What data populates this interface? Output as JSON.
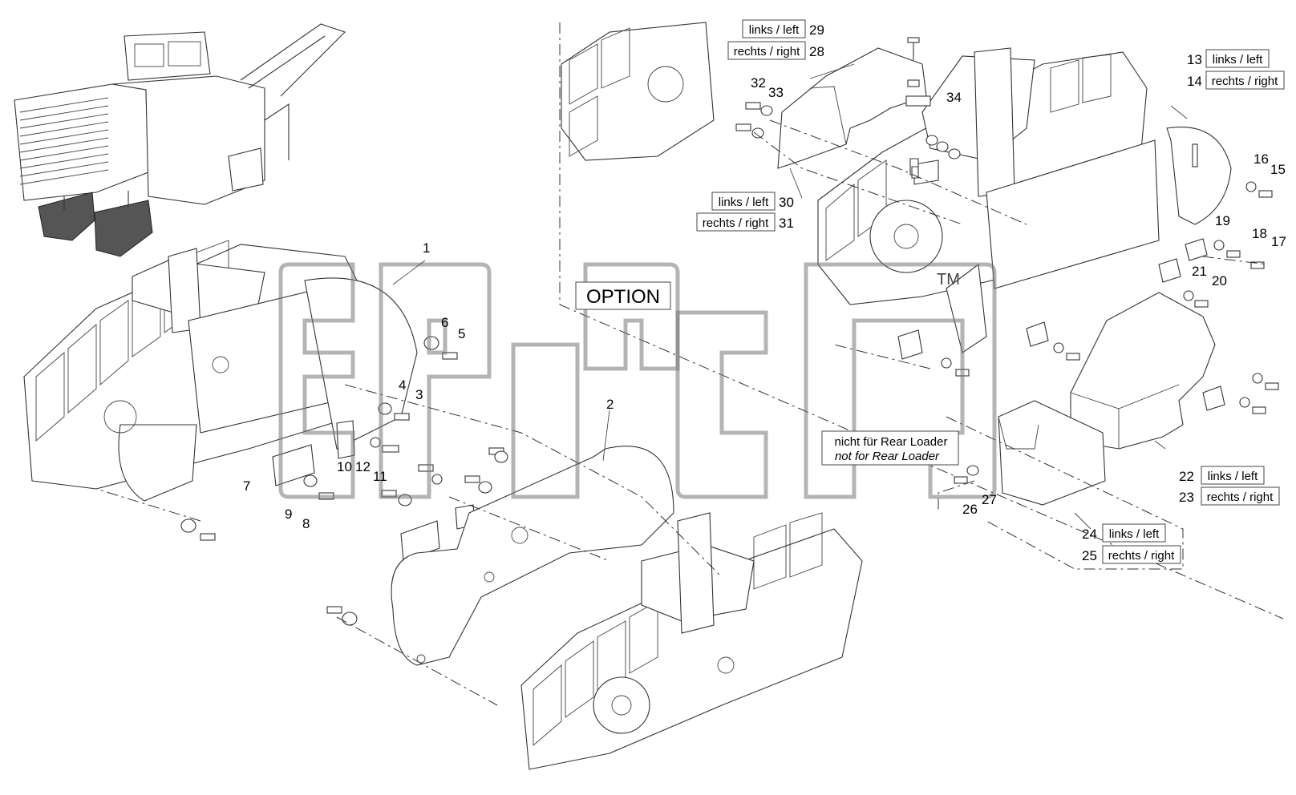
{
  "diagram": {
    "option_label": "OPTION",
    "watermark": "epic",
    "trademark": "TM",
    "note": {
      "line1": "nicht für Rear Loader",
      "line2": "not for Rear Loader"
    },
    "side_labels": [
      {
        "text": "links / left",
        "numbers": "29"
      },
      {
        "text": "rechts / right",
        "numbers": "28"
      },
      {
        "text": "links / left",
        "numbers": "30"
      },
      {
        "text": "rechts / right",
        "numbers": "31"
      },
      {
        "text": "links / left",
        "numbers": "13"
      },
      {
        "text": "rechts / right",
        "numbers": "14"
      },
      {
        "text": "links / left",
        "numbers": "22"
      },
      {
        "text": "rechts / right",
        "numbers": "23"
      },
      {
        "text": "links / left",
        "numbers": "24"
      },
      {
        "text": "rechts / right",
        "numbers": "25"
      }
    ],
    "callouts": [
      "1",
      "2",
      "3",
      "4",
      "5",
      "6",
      "7",
      "8",
      "9",
      "10",
      "11",
      "12",
      "15",
      "16",
      "17",
      "18",
      "19",
      "20",
      "21",
      "26",
      "27",
      "32",
      "33",
      "34"
    ]
  }
}
